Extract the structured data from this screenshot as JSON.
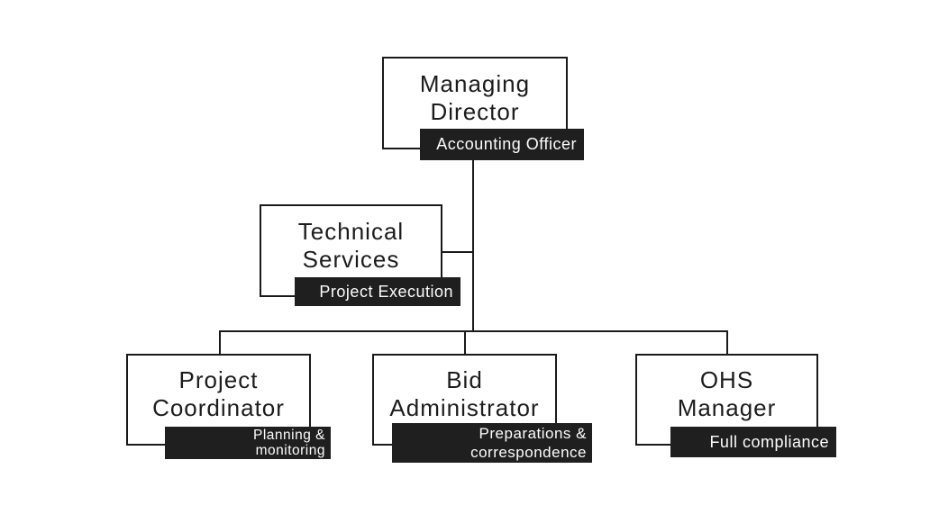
{
  "org_chart": {
    "nodes": {
      "managing_director": {
        "title": "Managing\nDirector",
        "tag": "Accounting Officer"
      },
      "technical_services": {
        "title": "Technical\nServices",
        "tag": "Project Execution"
      },
      "project_coordinator": {
        "title": "Project\nCoordinator",
        "tag": "Planning &\nmonitoring"
      },
      "bid_administrator": {
        "title": "Bid\nAdministrator",
        "tag": "Preparations &\ncorrespondence"
      },
      "ohs_manager": {
        "title": "OHS\nManager",
        "tag": "Full compliance"
      }
    },
    "hierarchy": [
      {
        "parent": "Managing Director",
        "child": "Technical Services"
      },
      {
        "parent": "Technical Services",
        "child": "Project Coordinator"
      },
      {
        "parent": "Technical Services",
        "child": "Bid Administrator"
      },
      {
        "parent": "Technical Services",
        "child": "OHS Manager"
      }
    ]
  },
  "colors": {
    "background": "#ffffff",
    "box_fill": "#ffffff",
    "box_border": "#1a1a1a",
    "title_text": "#1c1c1c",
    "tag_background": "#1f1f1f",
    "tag_text": "#fdfdfd",
    "connector": "#1a1a1a"
  }
}
